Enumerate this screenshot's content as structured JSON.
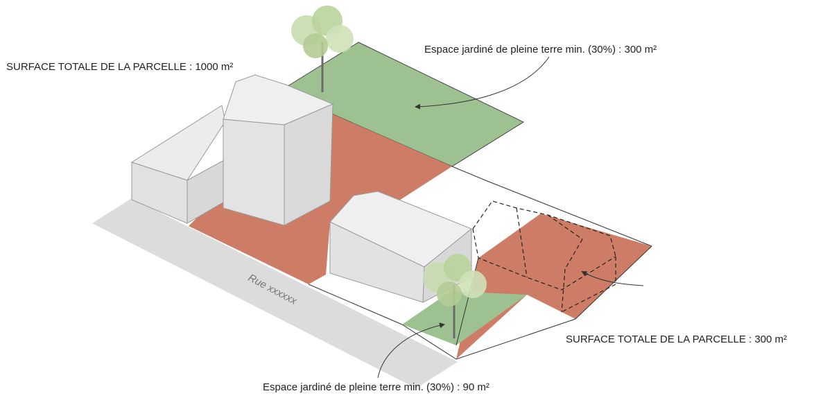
{
  "labels": {
    "large_parcel_total": "SURFACE TOTALE DE LA PARCELLE : 1000 m²",
    "large_parcel_garden": "Espace jardiné de pleine terre min. (30%) : 300 m²",
    "small_parcel_total": "SURFACE TOTALE DE LA PARCELLE : 300 m²",
    "small_parcel_garden": "Espace jardiné de pleine terre min. (30%) : 90 m²",
    "street_name": "Rue xxxxxx"
  },
  "colors": {
    "garden_green": "#9dc190",
    "built_terracotta": "#cd7d66",
    "building_grey": "#e6e5e6",
    "street_grey": "#dddcdc",
    "outline": "#333333"
  }
}
